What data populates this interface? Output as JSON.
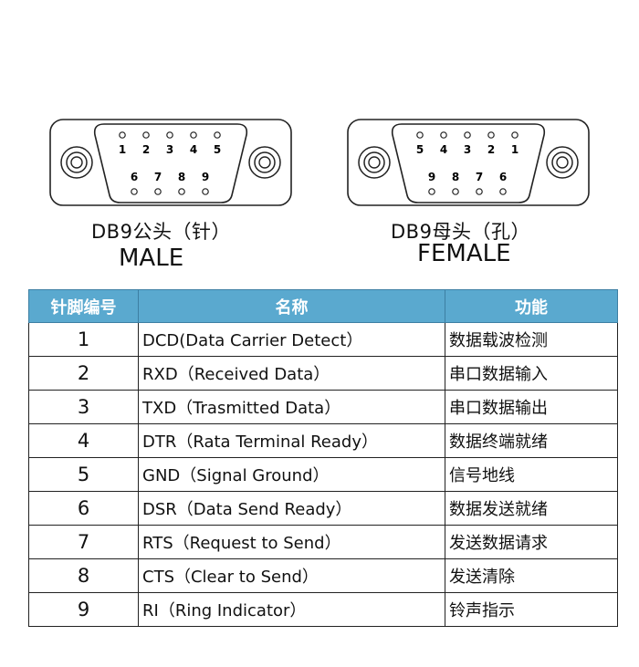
{
  "connectors": {
    "male": {
      "title": "DB9公头（针）",
      "subtitle": "MALE",
      "top_row": [
        "1",
        "2",
        "3",
        "4",
        "5"
      ],
      "bottom_row": [
        "6",
        "7",
        "8",
        "9"
      ]
    },
    "female": {
      "title": "DB9母头（孔）",
      "subtitle": "FEMALE",
      "top_row": [
        "5",
        "4",
        "3",
        "2",
        "1"
      ],
      "bottom_row": [
        "9",
        "8",
        "7",
        "6"
      ]
    }
  },
  "table": {
    "headers": [
      "针脚编号",
      "名称",
      "功能"
    ],
    "header_color": "#5aa9cf",
    "rows": [
      {
        "pin": "1",
        "name": "DCD(Data Carrier Detect）",
        "function": "数据载波检测"
      },
      {
        "pin": "2",
        "name": "RXD（Received Data）",
        "function": "串口数据输入"
      },
      {
        "pin": "3",
        "name": "TXD（Trasmitted Data）",
        "function": "串口数据输出"
      },
      {
        "pin": "4",
        "name": "DTR（Rata Terminal Ready）",
        "function": "数据终端就绪"
      },
      {
        "pin": "5",
        "name": "GND（Signal Ground）",
        "function": "信号地线"
      },
      {
        "pin": "6",
        "name": "DSR（Data Send Ready）",
        "function": "数据发送就绪"
      },
      {
        "pin": "7",
        "name": "RTS（Request to Send）",
        "function": "发送数据请求"
      },
      {
        "pin": "8",
        "name": "CTS（Clear to Send）",
        "function": "发送清除"
      },
      {
        "pin": "9",
        "name": "RI（Ring Indicator）",
        "function": "铃声指示"
      }
    ]
  }
}
